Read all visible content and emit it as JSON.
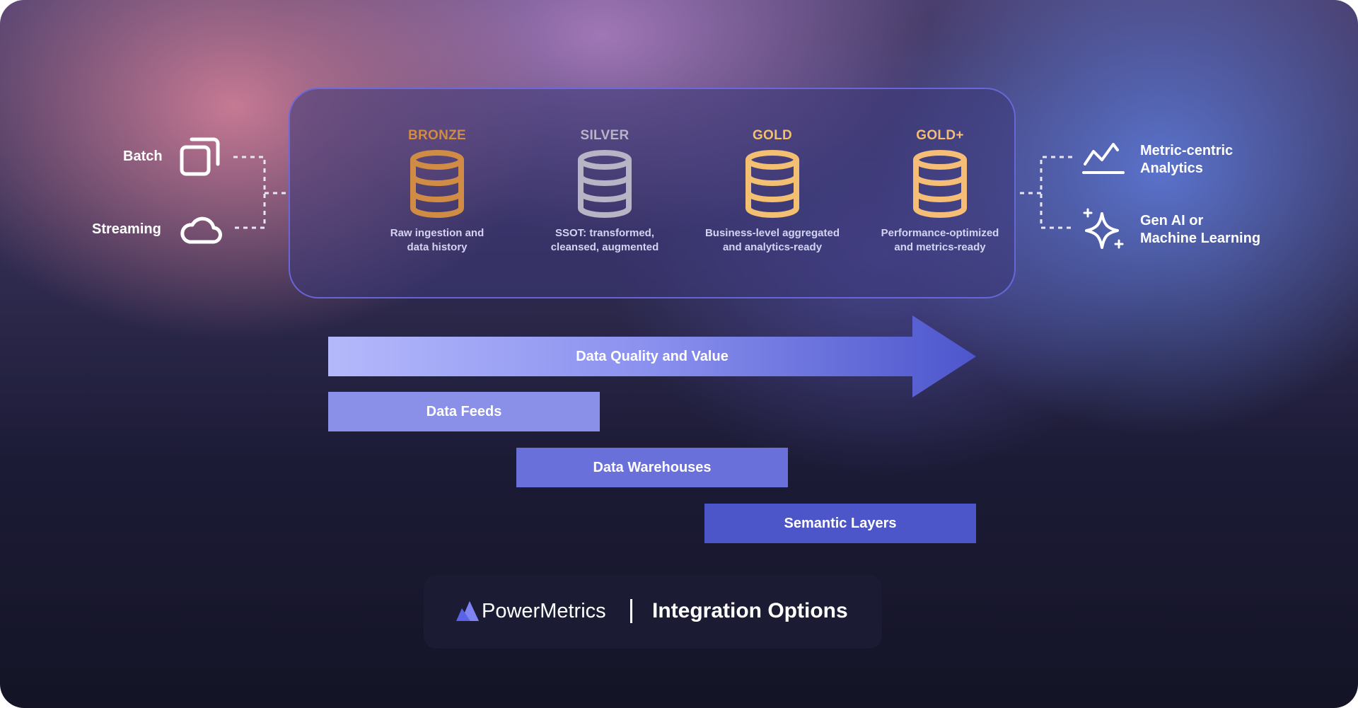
{
  "inputs": {
    "batch": {
      "label": "Batch",
      "icon": "copy-icon"
    },
    "streaming": {
      "label": "Streaming",
      "icon": "cloud-icon"
    }
  },
  "layers": [
    {
      "title": "BRONZE",
      "color": "#d08b45",
      "icon": "database-icon",
      "desc_line1": "Raw ingestion and",
      "desc_line2": "data history"
    },
    {
      "title": "SILVER",
      "color": "#b7b4c6",
      "icon": "database-icon",
      "desc_line1": "SSOT: transformed,",
      "desc_line2": "cleansed, augmented"
    },
    {
      "title": "GOLD",
      "color": "#f2c070",
      "icon": "database-icon",
      "desc_line1": "Business-level aggregated",
      "desc_line2": "and analytics-ready"
    },
    {
      "title": "GOLD+",
      "color": "#f5bd75",
      "icon": "database-icon",
      "desc_line1": "Performance-optimized",
      "desc_line2": "and metrics-ready"
    }
  ],
  "outputs": {
    "analytics": {
      "line1": "Metric-centric",
      "line2": "Analytics",
      "icon": "line-chart-icon"
    },
    "ai": {
      "line1": "Gen AI or",
      "line2": "Machine Learning",
      "icon": "sparkle-icon"
    }
  },
  "value_arrow": {
    "label": "Data Quality and Value"
  },
  "tools": [
    {
      "label": "Data Feeds",
      "color": "#8a8fe8"
    },
    {
      "label": "Data Warehouses",
      "color": "#6a70da"
    },
    {
      "label": "Semantic Layers",
      "color": "#4d56c8"
    }
  ],
  "footer": {
    "brand": "PowerMetrics",
    "title": "Integration Options",
    "logo_icon": "powermetrics-logo-icon"
  }
}
